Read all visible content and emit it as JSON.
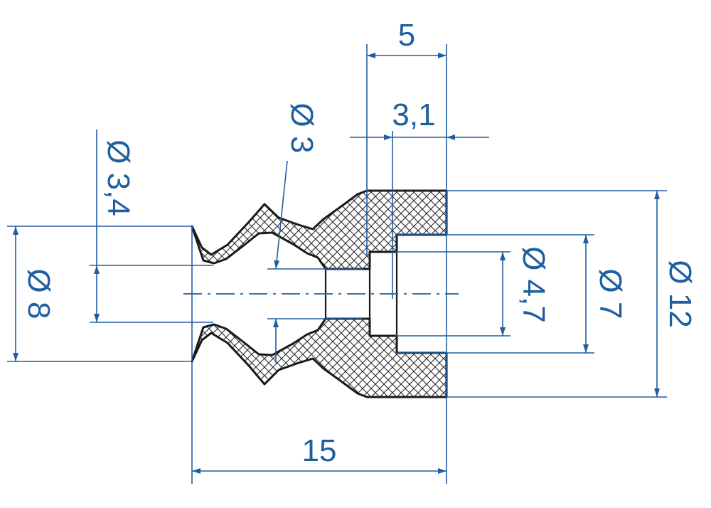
{
  "figure": {
    "line_color": "#1f5fa0",
    "section_color": "#1a1a1a",
    "hatch": "cross-hatch"
  },
  "dimensions": {
    "width_top": "5",
    "width_inner": "3,1",
    "length": "15",
    "dia_3": "Ø 3",
    "dia_3_4": "Ø 3,4",
    "dia_8": "Ø 8",
    "dia_4_7": "Ø 4,7",
    "dia_7": "Ø 7",
    "dia_12": "Ø 12"
  }
}
